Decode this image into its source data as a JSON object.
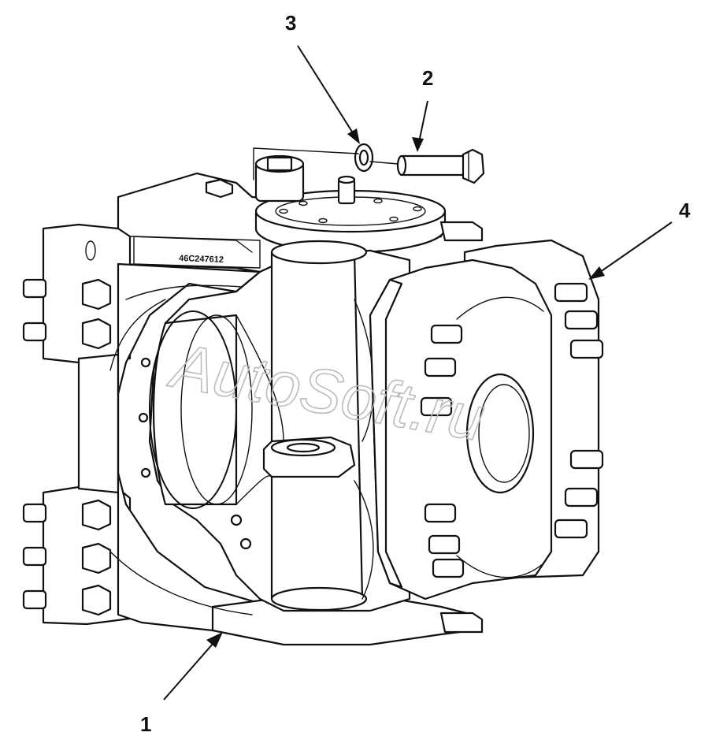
{
  "callouts": [
    {
      "label": "1"
    },
    {
      "label": "2"
    },
    {
      "label": "3"
    },
    {
      "label": "4"
    }
  ],
  "part_stamp": "46C247612",
  "watermark": "AutoSoft.ru"
}
